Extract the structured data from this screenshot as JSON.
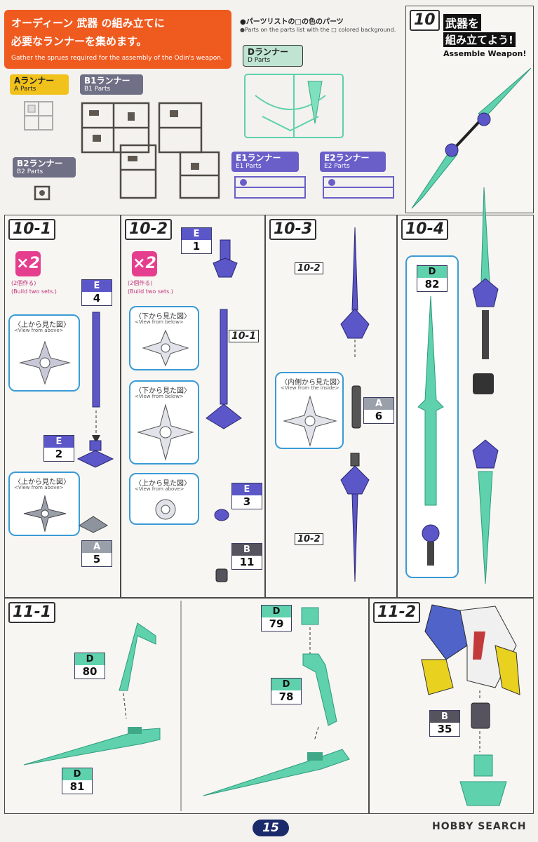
{
  "header": {
    "line1": "オーディーン 武器 の組み立てに",
    "line2": "必要なランナーを集めます。",
    "subtitle": "Gather the sprues required for the assembly of the Odin's weapon.",
    "parts_list_jp": "●パーツリストの□の色のパーツ",
    "parts_list_en": "●Parts on the parts list with the □ colored background."
  },
  "runners": [
    {
      "jp": "Aランナー",
      "en": "A Parts",
      "color": "#f0c21b"
    },
    {
      "jp": "B1ランナー",
      "en": "B1 Parts",
      "color": "#6f6f86"
    },
    {
      "jp": "B2ランナー",
      "en": "B2 Parts",
      "color": "#6f6f86"
    },
    {
      "jp": "Dランナー",
      "en": "D Parts",
      "color": "#bfe5d2"
    },
    {
      "jp": "E1ランナー",
      "en": "E1 Parts",
      "color": "#6a5fc9"
    },
    {
      "jp": "E2ランナー",
      "en": "E2 Parts",
      "color": "#6a5fc9"
    }
  ],
  "step10": {
    "num": "10",
    "jp1": "武器を",
    "jp2": "組み立てよう!",
    "en": "Assemble Weapon!"
  },
  "steps": {
    "s10_1": "10-1",
    "s10_2": "10-2",
    "s10_3": "10-3",
    "s10_4": "10-4",
    "s11_1": "11-1",
    "s11_2": "11-2"
  },
  "multiplier": {
    "label": "×2",
    "jp": "(2個作る)",
    "en": "(Build two sets.)"
  },
  "views": {
    "above": {
      "jp": "〈上から見た図〉",
      "en": "<View from above>"
    },
    "below": {
      "jp": "〈下から見た図〉",
      "en": "<View from below>"
    },
    "inside": {
      "jp": "〈内側から見た図〉",
      "en": "<View from the inside>"
    }
  },
  "callouts": {
    "ref_10_1": "10-1",
    "ref_10_2": "10-2"
  },
  "parts": {
    "e4": {
      "letter": "E",
      "num": "4"
    },
    "e2": {
      "letter": "E",
      "num": "2"
    },
    "a5": {
      "letter": "A",
      "num": "5"
    },
    "e1": {
      "letter": "E",
      "num": "1"
    },
    "e3": {
      "letter": "E",
      "num": "3"
    },
    "b11": {
      "letter": "B",
      "num": "11"
    },
    "a6": {
      "letter": "A",
      "num": "6"
    },
    "d82": {
      "letter": "D",
      "num": "82"
    },
    "d80": {
      "letter": "D",
      "num": "80"
    },
    "d81": {
      "letter": "D",
      "num": "81"
    },
    "d79": {
      "letter": "D",
      "num": "79"
    },
    "d78": {
      "letter": "D",
      "num": "78"
    },
    "b35": {
      "letter": "B",
      "num": "35"
    }
  },
  "footer": {
    "page": "15",
    "brand": "HOBBY SEARCH"
  },
  "colors": {
    "orange": "#ef5a1f",
    "partE": "#5b57c8",
    "partD": "#5fd1ad",
    "partA": "#9aa0aa",
    "partB": "#55535e",
    "view_border": "#3a9bd6",
    "pink": "#e63e8e"
  }
}
